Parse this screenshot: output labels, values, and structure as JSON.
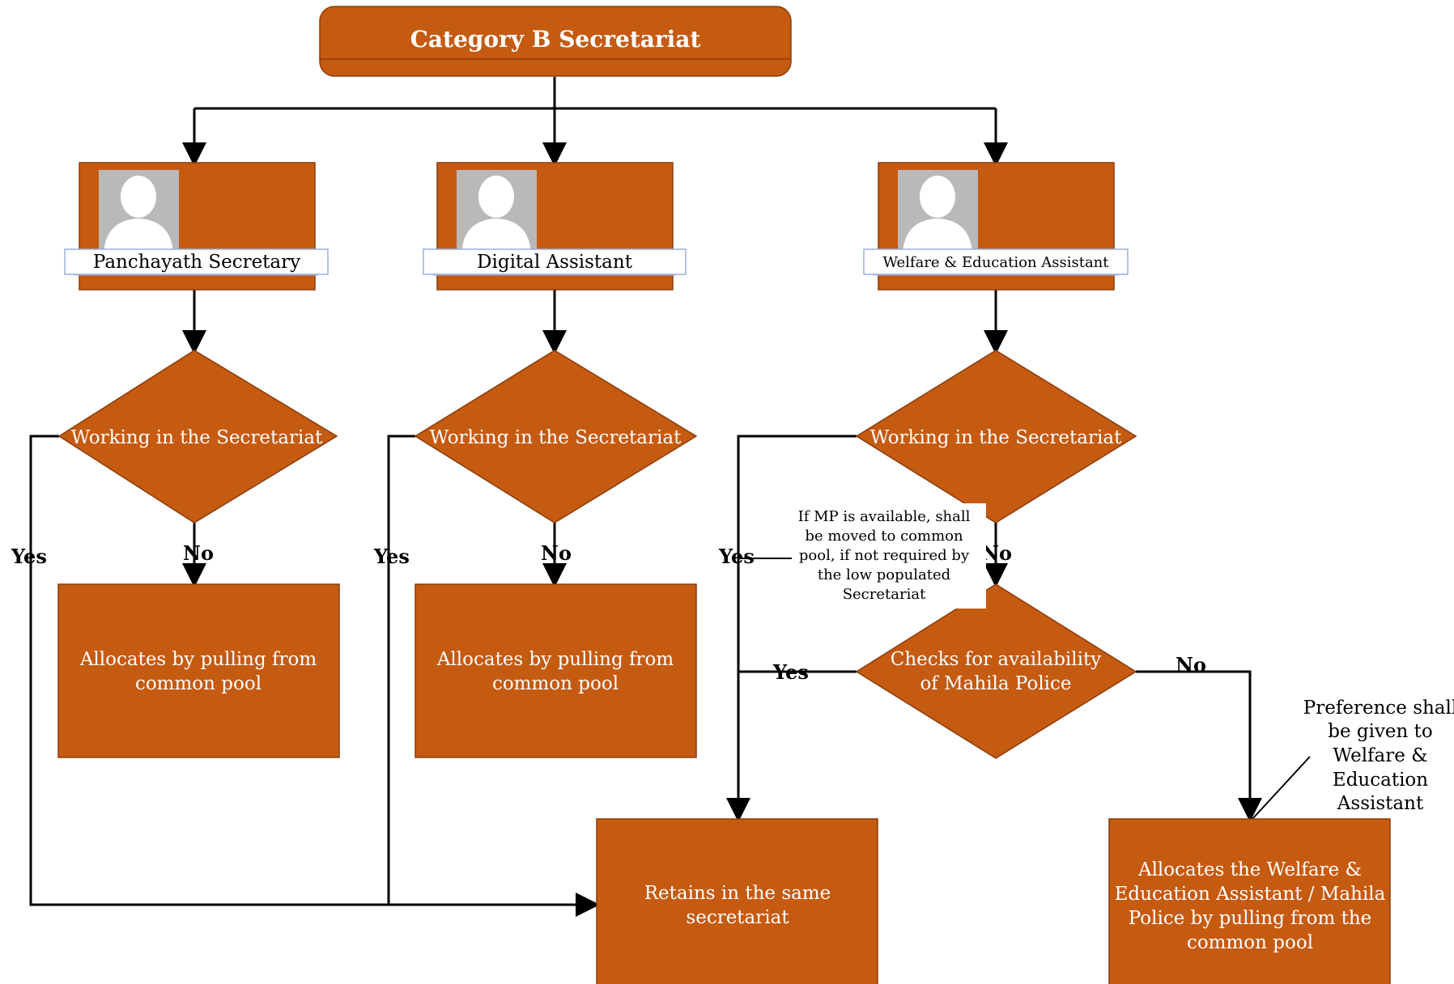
{
  "title": "Category B Secretariat",
  "roles": [
    {
      "name": "Panchayath Secretary"
    },
    {
      "name": "Digital Assistant"
    },
    {
      "name": "Welfare & Education Assistant"
    }
  ],
  "decisions": {
    "working": "Working in the Secretariat",
    "mahila_line1": "Checks for availability",
    "mahila_line2": "of Mahila Police"
  },
  "outcomes": {
    "pool_line1": "Allocates by pulling from",
    "pool_line2": "common pool",
    "retain_line1": "Retains in the same",
    "retain_line2": "secretariat",
    "wea_line1": "Allocates the Welfare &",
    "wea_line2": "Education Assistant / Mahila",
    "wea_line3": "Police by pulling from the",
    "wea_line4": "common pool"
  },
  "labels": {
    "yes": "Yes",
    "no": "No"
  },
  "note": {
    "line1": "If MP is available, shall",
    "line2": "be moved to common",
    "line3": "pool, if not required by",
    "line4": "the low populated",
    "line5": "Secretariat"
  },
  "preference": {
    "line1": "Preference shall",
    "line2": "be given to",
    "line3": "Welfare &",
    "line4": "Education",
    "line5": "Assistant"
  },
  "colors": {
    "box_fill": "#C55A11",
    "text_on_box": "#FFFFFF",
    "connector": "#000000"
  }
}
